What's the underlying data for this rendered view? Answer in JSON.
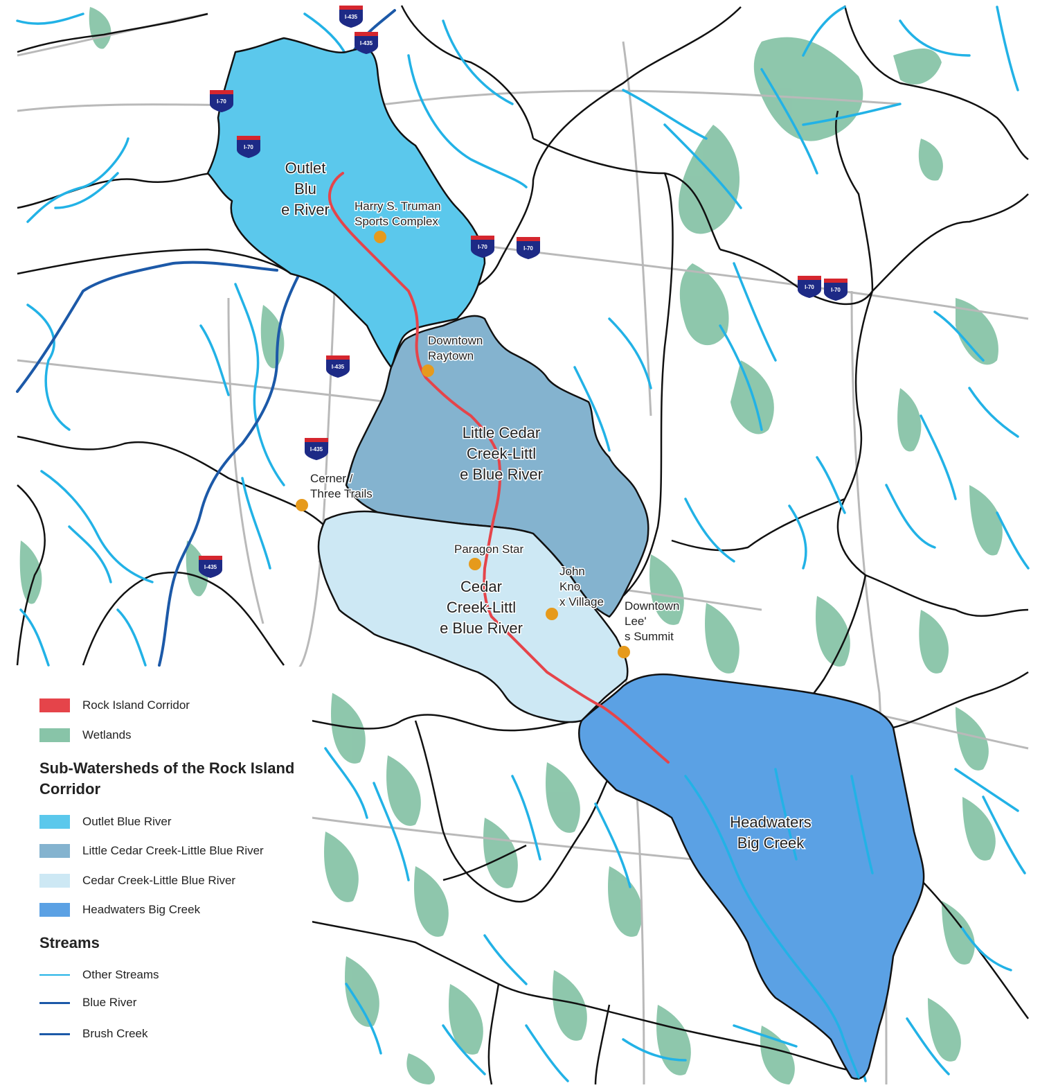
{
  "colors": {
    "corridor": "#e5444a",
    "wetlands": "#88c4a8",
    "outlet": "#5bc8ec",
    "little_cedar": "#84b3cf",
    "cedar": "#cde8f4",
    "headwaters": "#5ba1e4",
    "stream": "#22b2e6",
    "blue_river": "#1c59a8",
    "brush_creek": "#1c59a8",
    "poi": "#e69a1c",
    "shield_red": "#d5262e",
    "shield_blue": "#1d2a86"
  },
  "watersheds": {
    "outlet": "Outlet Blue River",
    "little_cedar": "Little Cedar Creek-Little Blue River",
    "cedar": "Cedar Creek-Little Blue River",
    "headwaters": "Headwaters Big Creek"
  },
  "places": {
    "truman": "Harry S. Truman Sports Complex",
    "raytown": "Downtown Raytown",
    "cerner": "Cerner / Three Trails",
    "paragon": "Paragon Star",
    "john_knox": "John Knox Village",
    "lees_summit": "Downtown Lee's Summit"
  },
  "highways": {
    "i435": "I-435",
    "i70": "I-70"
  },
  "legend": {
    "corridor": "Rock Island Corridor",
    "wetlands": "Wetlands",
    "subwatersheds_heading": "Sub-Watersheds of the Rock Island Corridor",
    "outlet": "Outlet Blue River",
    "little_cedar": "Little Cedar Creek-Little Blue River",
    "cedar": "Cedar Creek-Little Blue River",
    "headwaters": "Headwaters Big Creek",
    "streams_heading": "Streams",
    "other_streams": "Other Streams",
    "blue_river": "Blue River",
    "brush_creek": "Brush Creek"
  }
}
